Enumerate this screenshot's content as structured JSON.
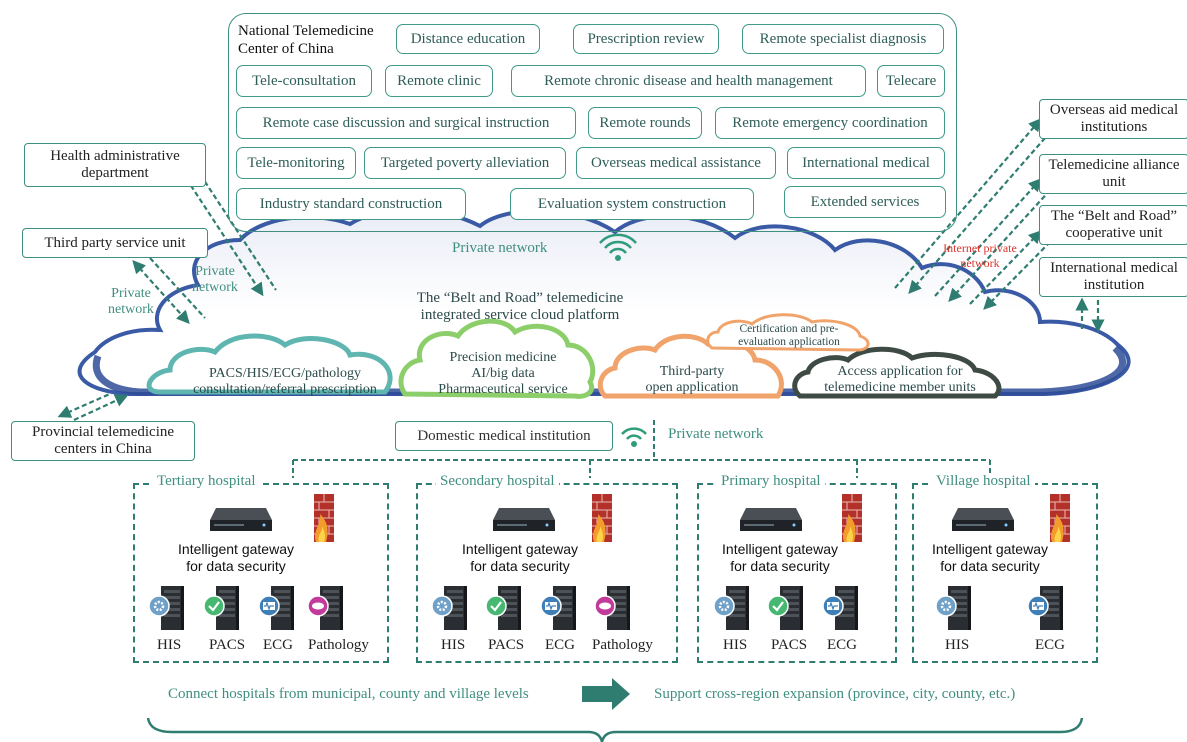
{
  "center": {
    "title_line1": "National Telemedicine",
    "title_line2": "Center of China",
    "services": [
      "Distance education",
      "Prescription review",
      "Remote specialist diagnosis",
      "Tele-consultation",
      "Remote clinic",
      "Remote chronic disease and health management",
      "Telecare",
      "Remote case discussion and surgical instruction",
      "Remote rounds",
      "Remote emergency coordination",
      "Tele-monitoring",
      "Targeted poverty alleviation",
      "Overseas medical assistance",
      "International medical",
      "Industry standard construction",
      "Evaluation system construction",
      "Extended services"
    ]
  },
  "left_nodes": {
    "health_admin_line1": "Health administrative",
    "health_admin_line2": "department",
    "third_party": "Third party service unit",
    "provincial_line1": "Provincial telemedicine",
    "provincial_line2": "centers in China"
  },
  "right_nodes": [
    {
      "line1": "Overseas aid medical",
      "line2": "institutions"
    },
    {
      "line1": "Telemedicine alliance",
      "line2": "unit"
    },
    {
      "line1": "The “Belt and Road”",
      "line2": "cooperative unit"
    },
    {
      "line1": "International medical",
      "line2": "institution"
    }
  ],
  "network_labels": {
    "private_network_top": "Private network",
    "private_left_a_line1": "Private",
    "private_left_a_line2": "network",
    "private_left_b_line1": "Private",
    "private_left_b_line2": "network",
    "internet_private_line1": "Internet private",
    "internet_private_line2": "network",
    "private_network_bottom": "Private network"
  },
  "cloud": {
    "title_line1": "The “Belt and Road” telemedicine",
    "title_line2": "integrated service cloud platform",
    "sub_clouds": [
      {
        "line1": "PACS/HIS/ECG/pathology",
        "line2": "consultation/referral prescription",
        "line3": "",
        "color": "#5fb6b0"
      },
      {
        "line1": "Precision medicine",
        "line2": "AI/big data",
        "line3": "Pharmaceutical service",
        "color": "#8ccf6a"
      },
      {
        "line1": "Third-party",
        "line2": "open application",
        "line3": "",
        "color": "#f0a36a"
      },
      {
        "line1": "Access application for",
        "line2": "telemedicine member units",
        "line3": "",
        "color": "#3e4a44"
      },
      {
        "line1": "Certification and pre-",
        "line2": "evaluation application",
        "line3": "",
        "color": "#f0a36a"
      }
    ]
  },
  "domestic": "Domestic medical institution",
  "hospitals": [
    {
      "title": "Tertiary hospital",
      "gateway_line1": "Intelligent gateway",
      "gateway_line2": "for data security",
      "servers": [
        "HIS",
        "PACS",
        "ECG",
        "Pathology"
      ]
    },
    {
      "title": "Secondary hospital",
      "gateway_line1": "Intelligent gateway",
      "gateway_line2": "for data security",
      "servers": [
        "HIS",
        "PACS",
        "ECG",
        "Pathology"
      ]
    },
    {
      "title": "Primary hospital",
      "gateway_line1": "Intelligent gateway",
      "gateway_line2": "for data security",
      "servers": [
        "HIS",
        "PACS",
        "ECG"
      ]
    },
    {
      "title": "Village hospital",
      "gateway_line1": "Intelligent gateway",
      "gateway_line2": "for data security",
      "servers": [
        "HIS",
        "ECG"
      ]
    }
  ],
  "footer": {
    "left": "Connect hospitals from municipal, county and village levels",
    "right": "Support cross-region expansion (province, city, county, etc.)"
  },
  "colors": {
    "teal": "#3f8f80",
    "cloud_blue": "#3f5fa8",
    "internet_red": "#d9342b"
  }
}
